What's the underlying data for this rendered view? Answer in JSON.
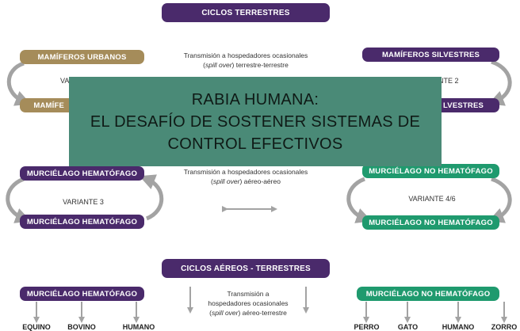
{
  "colors": {
    "purple": "#4a2a6b",
    "tan": "#a58c5a",
    "green": "#1f9a6e",
    "overlay": "#4a8a77",
    "arrow": "#a3a3a3"
  },
  "headers": {
    "top": "CICLOS TERRESTRES",
    "bottom": "CICLOS AÉREOS - TERRESTRES"
  },
  "terrestrial": {
    "left_top": "MAMÍFEROS URBANOS",
    "left_bottom": "MAMÍFE",
    "left_variant": "VA",
    "right_top": "MAMÍFEROS SILVESTRES",
    "right_bottom": "LVESTRES",
    "right_variant": "NTE 2",
    "caption_line1": "Transmisión a hospedadores ocasionales",
    "caption_spill": "spill over",
    "caption_line2_rest": ") terrestre-terrestre"
  },
  "aerial": {
    "left_top": "MURCIÉLAGO HEMATÓFAGO",
    "left_bottom": "MURCIÉLAGO HEMATÓFAGO",
    "left_variant": "VARIANTE 3",
    "right_top": "MURCIÉLAGO NO HEMATÓFAGO",
    "right_bottom": "MURCIÉLAGO NO HEMATÓFAGO",
    "right_variant": "VARIANTE 4/6",
    "caption_line1": "Transmisión a hospedadores ocasionales",
    "caption_spill": "spill over",
    "caption_line2_rest": ") aéreo-aéreo"
  },
  "mixed": {
    "left_source": "MURCIÉLAGO HEMATÓFAGO",
    "right_source": "MURCIÉLAGO NO HEMATÓFAGO",
    "caption_line1": "Transmisión a",
    "caption_line2": "hospedadores ocasionales",
    "caption_spill": "spill over",
    "caption_line3_rest": ") aéreo-terrestre",
    "left_hosts": [
      "EQUINO",
      "BOVINO",
      "HUMANO"
    ],
    "right_hosts": [
      "PERRO",
      "GATO",
      "HUMANO",
      "ZORRO"
    ]
  },
  "overlay": {
    "line1": "RABIA HUMANA:",
    "line2": "EL DESAFÍO DE SOSTENER SISTEMAS DE",
    "line3": "CONTROL EFECTIVOS"
  }
}
